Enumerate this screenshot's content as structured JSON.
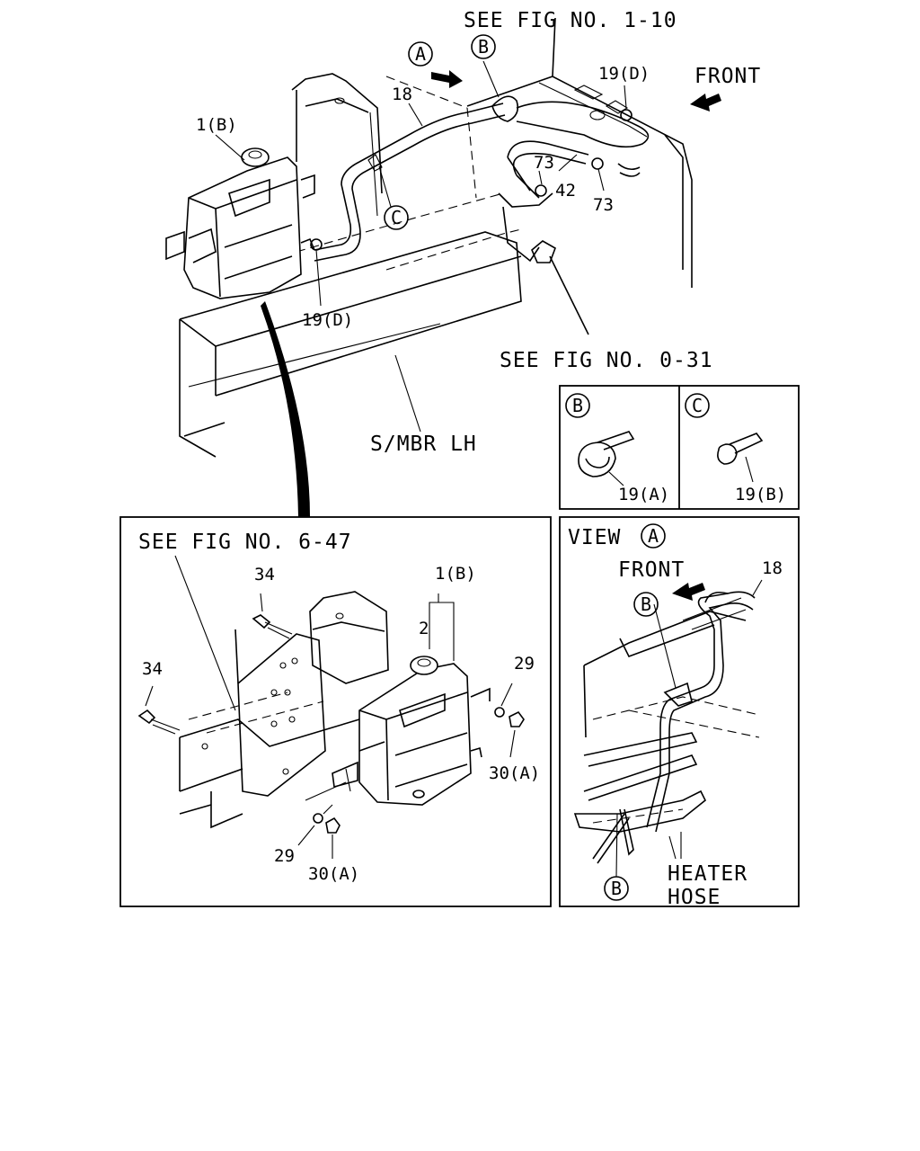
{
  "figure_refs": {
    "top": "SEE FIG NO. 1-10",
    "sensor": "SEE FIG NO. 0-31",
    "detail": "SEE FIG NO. 6-47"
  },
  "labels": {
    "front_main": "FRONT",
    "front_view": "FRONT",
    "s_mbr": "S/MBR LH",
    "view": "VIEW",
    "heater_hose": [
      "HEATER",
      "HOSE"
    ]
  },
  "callout_letters": {
    "a": "A",
    "b": "B",
    "c": "C"
  },
  "part_numbers": {
    "tank_top": "1(B)",
    "tank_detail": "1(B)",
    "hose": "18",
    "hose_view": "18",
    "clip_d_top": "19(D)",
    "clip_d_tank": "19(D)",
    "clip_a": "19(A)",
    "clip_b": "19(B)",
    "p73_a": "73",
    "p73_b": "73",
    "p42": "42",
    "bolt_upper": "34",
    "bolt_left": "34",
    "cap": "2",
    "washer_right": "29",
    "nut_right": "30(A)",
    "washer_bottom": "29",
    "nut_bottom": "30(A)"
  }
}
